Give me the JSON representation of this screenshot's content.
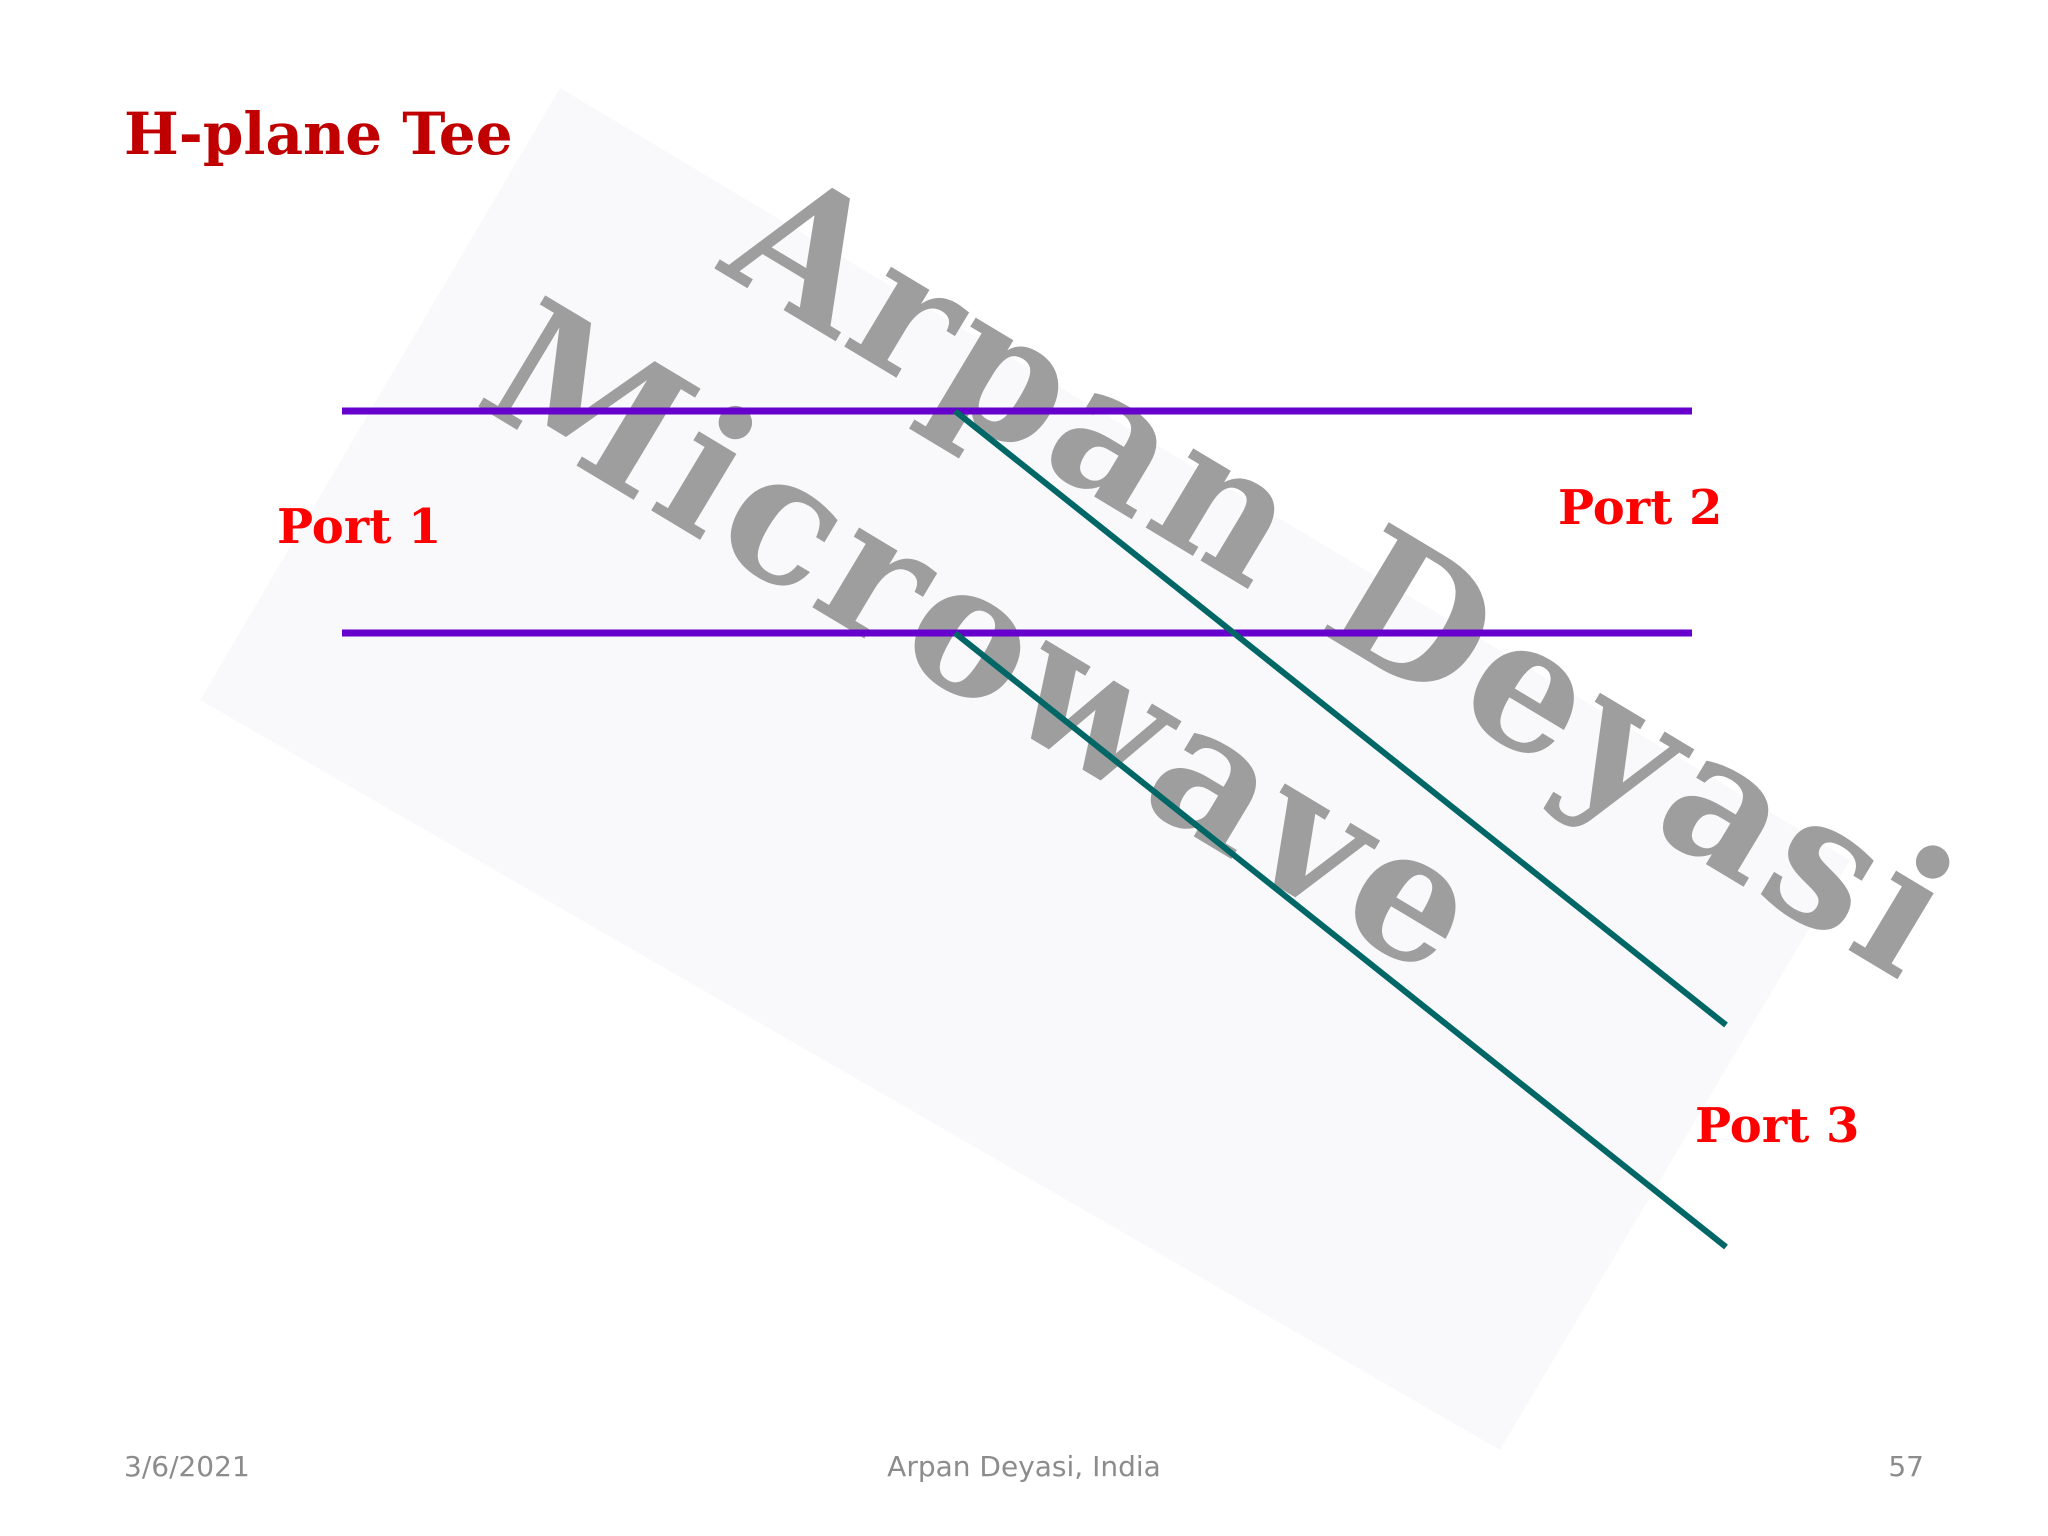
{
  "slide": {
    "title": "H-plane Tee",
    "ports": {
      "port1": "Port 1",
      "port2": "Port 2",
      "port3": "Port 3"
    },
    "watermark": {
      "line1": "Arpan Deyasi",
      "line2": "Microwave"
    },
    "footer": {
      "date": "3/6/2021",
      "author": "Arpan Deyasi, India",
      "page_number": "57"
    }
  },
  "colors": {
    "title": "#c00000",
    "port_labels": "#ff0000",
    "main_guide_lines": "#6600cc",
    "branch_guide_lines": "#006666",
    "watermark_text": "#9e9e9e",
    "footer_text": "#8c8c8c"
  }
}
